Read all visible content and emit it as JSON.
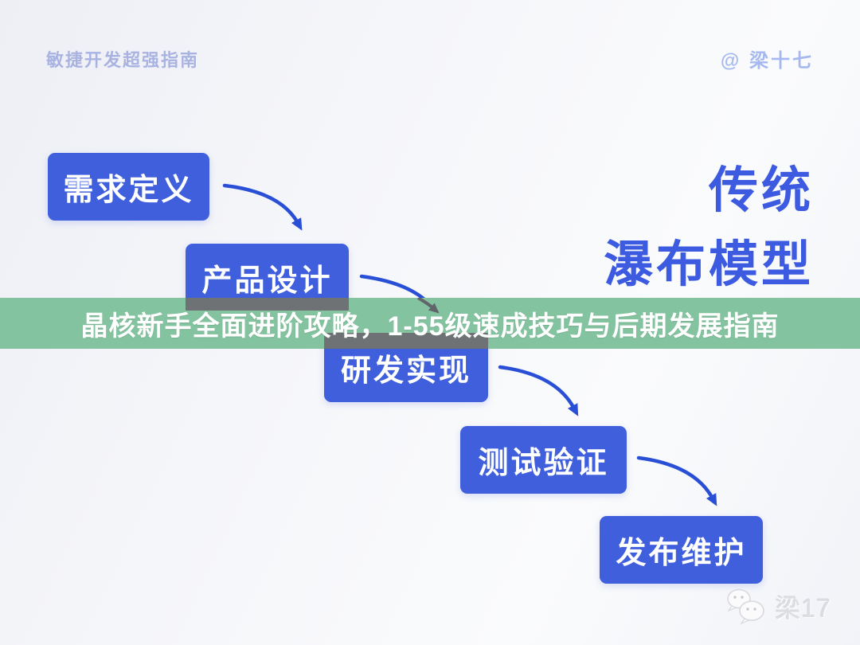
{
  "header": {
    "left_label": "敏捷开发超强指南",
    "right_label": "@ 梁十七"
  },
  "overlay_title": {
    "text": "晶核新手全面进阶攻略，1-55级速成技巧与后期发展指南",
    "band_color": "#84c3a0",
    "text_color": "#ffffff"
  },
  "diagram": {
    "title_line1": "传统",
    "title_line2": "瀑布模型",
    "title_color": "#3d5be0",
    "box_color": "#3f5fdd",
    "arrow_color": "#2a4fd7",
    "steps": [
      {
        "label": "需求定义"
      },
      {
        "label": "产品设计"
      },
      {
        "label": "研发实现"
      },
      {
        "label": "测试验证"
      },
      {
        "label": "发布维护"
      }
    ],
    "connections": [
      {
        "from": "需求定义",
        "to": "产品设计"
      },
      {
        "from": "产品设计",
        "to": "研发实现"
      },
      {
        "from": "研发实现",
        "to": "测试验证"
      },
      {
        "from": "测试验证",
        "to": "发布维护"
      }
    ]
  },
  "watermark": {
    "text": "梁17",
    "icon": "wechat-icon"
  }
}
